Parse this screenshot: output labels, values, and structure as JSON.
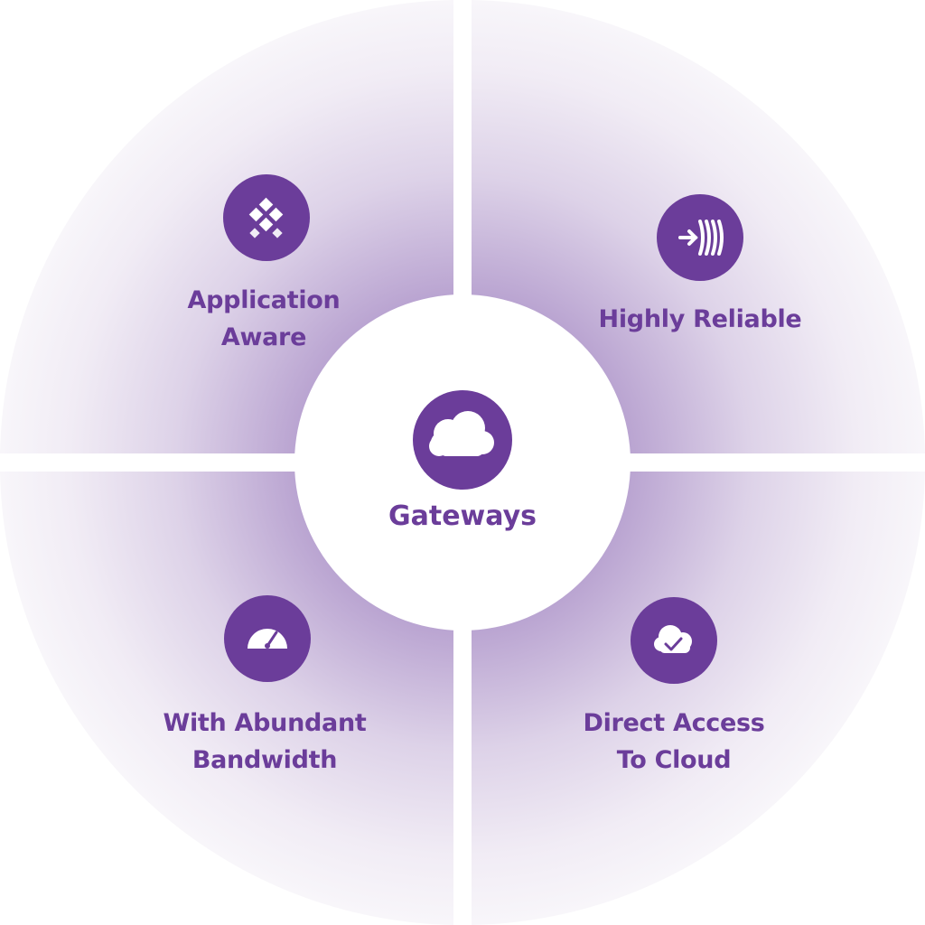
{
  "center": {
    "label": "Gateways",
    "icon": "cloud-icon"
  },
  "quadrants": [
    {
      "id": "top-left",
      "lines": [
        "Application",
        "Aware"
      ],
      "icon": "diamond-grid-icon"
    },
    {
      "id": "top-right",
      "lines": [
        "Highly Reliable"
      ],
      "icon": "arrow-into-lines-icon"
    },
    {
      "id": "bottom-left",
      "lines": [
        "With Abundant",
        "Bandwidth"
      ],
      "icon": "speedometer-icon"
    },
    {
      "id": "bottom-right",
      "lines": [
        "Direct Access",
        "To Cloud"
      ],
      "icon": "cloud-check-icon"
    }
  ],
  "colors": {
    "accent": "#6b3d9a",
    "quadrant_inner": "#b49ccd",
    "quadrant_outer": "#f7f5f8",
    "background": "#ffffff"
  }
}
